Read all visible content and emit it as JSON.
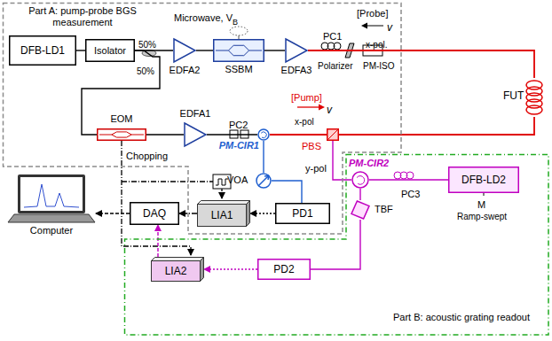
{
  "diagram": {
    "nodes": [
      {
        "text": [
          "Part A: pump-probe BGS measurement"
        ]
      },
      {
        "text": [
          "DFB-LD1"
        ],
        "in": 0
      },
      {
        "text": [
          "Isolator"
        ],
        "in": 0
      },
      {
        "text": [
          "EDFA2"
        ],
        "in": 0
      },
      {
        "text": [
          "SSBM"
        ],
        "in": 0
      },
      {
        "text": [
          "EDFA3"
        ],
        "in": 0
      },
      {
        "text": [
          "EOM"
        ],
        "in": 0
      },
      {
        "text": [
          "EDFA1"
        ],
        "in": 0
      },
      {
        "text": [
          "PM-CIR1"
        ],
        "in": 0
      },
      {
        "text": [
          "VOA"
        ],
        "in": 0
      },
      {
        "text": [
          "LIA1"
        ],
        "in": 0
      },
      {
        "text": [
          "PD1"
        ],
        "in": 0
      },
      {
        "text": [
          "FUT"
        ]
      },
      {
        "text": [
          "PBS"
        ]
      },
      {
        "text": [
          "Computer"
        ]
      },
      {
        "text": [
          "DAQ"
        ]
      },
      {
        "text": [
          "Part B: acoustic grating readout"
        ]
      },
      {
        "text": [
          "PM-CIR2"
        ],
        "in": 16
      },
      {
        "text": [
          "DFB-LD2"
        ],
        "in": 16
      },
      {
        "text": [
          "TBF"
        ],
        "in": 16
      },
      {
        "text": [
          "LIA2"
        ],
        "in": 16
      },
      {
        "text": [
          "PD2"
        ],
        "in": 16
      }
    ],
    "edges": [
      {
        "from": 1,
        "to": 2,
        "arrow": "none"
      },
      {
        "from": 2,
        "to": 3,
        "arrow": "none"
      },
      {
        "from": 2,
        "to": 6,
        "arrow": "none"
      },
      {
        "from": 3,
        "to": 4,
        "arrow": "none"
      },
      {
        "from": 4,
        "to": 5,
        "arrow": "none"
      },
      {
        "from": 5,
        "to": 12,
        "arrow": "none"
      },
      {
        "from": 12,
        "to": 13,
        "arrow": "none"
      },
      {
        "from": 6,
        "to": 7,
        "arrow": "none"
      },
      {
        "from": 7,
        "to": 8,
        "arrow": "none"
      },
      {
        "from": 8,
        "to": 13,
        "arrow": "none"
      },
      {
        "from": 8,
        "to": 9,
        "arrow": "none"
      },
      {
        "from": 9,
        "to": 11,
        "arrow": "none"
      },
      {
        "from": 11,
        "to": 10,
        "arrow": "to"
      },
      {
        "from": 10,
        "to": 15,
        "arrow": "to"
      },
      {
        "from": 15,
        "to": 14,
        "arrow": "to"
      },
      {
        "from": 13,
        "to": 17,
        "arrow": "none"
      },
      {
        "from": 18,
        "to": 17,
        "arrow": "none"
      },
      {
        "from": 17,
        "to": 19,
        "arrow": "none"
      },
      {
        "from": 19,
        "to": 21,
        "arrow": "none"
      },
      {
        "from": 21,
        "to": 20,
        "arrow": "to"
      },
      {
        "from": 20,
        "to": 15,
        "arrow": "to"
      }
    ],
    "labels": [
      "50%",
      "50%",
      "Microwave, V",
      "B",
      "PC1",
      "Polarizer",
      "PM-ISO",
      "[Probe]",
      "v",
      "x-pol.",
      "[Pump]",
      "v",
      "x-pol",
      "PC2",
      "Chopping",
      "y-pol",
      "PC3",
      "M",
      "Ramp-swept"
    ]
  }
}
